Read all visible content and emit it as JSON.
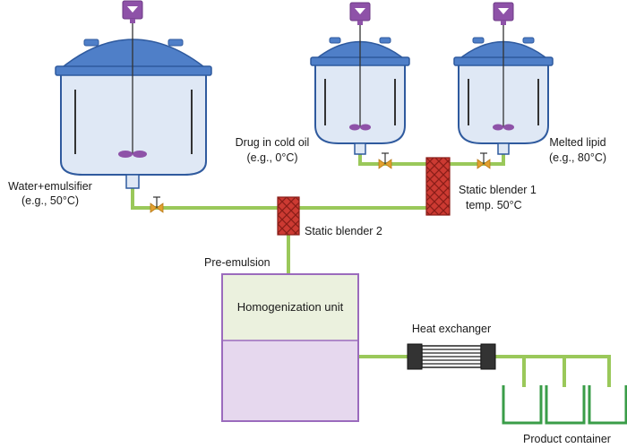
{
  "labels": {
    "water_line1": "Water+emulsifier",
    "water_line2": "(e.g., 50°C)",
    "drug_line1": "Drug in cold oil",
    "drug_line2": "(e.g., 0°C)",
    "lipid_line1": "Melted lipid",
    "lipid_line2": "(e.g., 80°C)",
    "blender1_line1": "Static blender 1",
    "blender1_line2": "temp. 50°C",
    "blender2": "Static blender 2",
    "pre_emulsion": "Pre-emulsion",
    "homogenization": "Homogenization unit",
    "heat_exchanger": "Heat exchanger",
    "product_container": "Product container"
  },
  "colors": {
    "tank_blue": "#4f7fc8",
    "tank_outline": "#2f5a9e",
    "tank_body": "#dfe8f5",
    "motor_purple": "#8e52a8",
    "pipe_green": "#9ac85a",
    "valve_orange": "#e3a030",
    "blender_red": "#cc3a32",
    "homog_top": "#ebf1de",
    "homog_bottom": "#e6d8ee",
    "homog_border": "#9b6bbd",
    "container_green": "#3a9d48"
  }
}
